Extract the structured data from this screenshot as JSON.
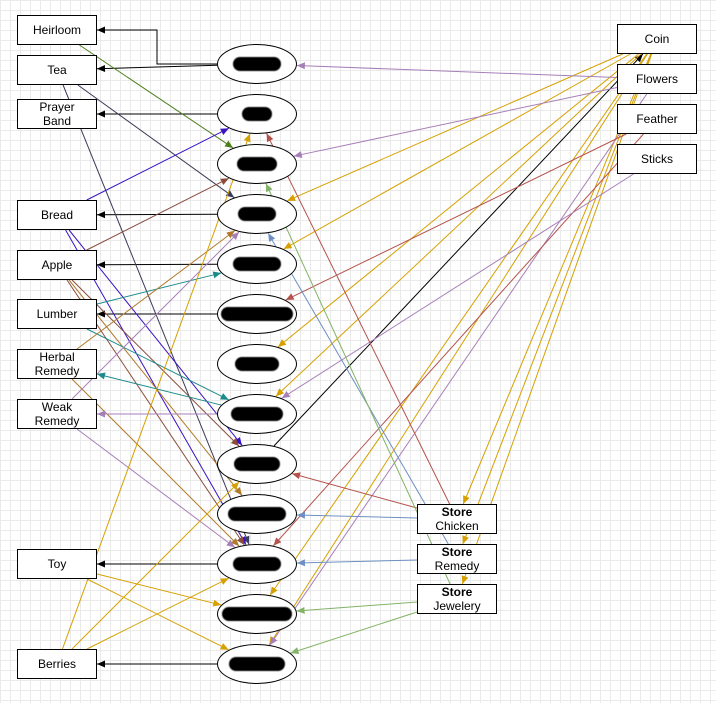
{
  "left_items": [
    {
      "id": "heirloom",
      "label": "Heirloom"
    },
    {
      "id": "tea",
      "label": "Tea"
    },
    {
      "id": "prayer_band",
      "label": "Prayer\nBand"
    },
    {
      "id": "bread",
      "label": "Bread"
    },
    {
      "id": "apple",
      "label": "Apple"
    },
    {
      "id": "lumber",
      "label": "Lumber"
    },
    {
      "id": "herbal_remedy",
      "label": "Herbal\nRemedy"
    },
    {
      "id": "weak_remedy",
      "label": "Weak\nRemedy"
    },
    {
      "id": "toy",
      "label": "Toy"
    },
    {
      "id": "berries",
      "label": "Berries"
    }
  ],
  "right_items": [
    {
      "id": "coin",
      "label": "Coin"
    },
    {
      "id": "flowers",
      "label": "Flowers"
    },
    {
      "id": "feather",
      "label": "Feather"
    },
    {
      "id": "sticks",
      "label": "Sticks"
    }
  ],
  "stores": [
    {
      "id": "store_chicken",
      "title": "Store",
      "subtitle": "Chicken"
    },
    {
      "id": "store_remedy",
      "title": "Store",
      "subtitle": "Remedy"
    },
    {
      "id": "store_jewelery",
      "title": "Store",
      "subtitle": "Jewelery"
    }
  ],
  "redacted_nodes": [
    "n1",
    "n2",
    "n3",
    "n4",
    "n5",
    "n6",
    "n7",
    "n8",
    "n9",
    "n10",
    "n11",
    "n12",
    "n13"
  ],
  "colors": {
    "black": "#000000",
    "green": "#4d7f1a",
    "purple": "#a77fb8",
    "gold": "#d6a000",
    "red": "#b5524c",
    "dark_red": "#8a4b3a",
    "teal": "#1a8a8a",
    "blue_violet": "#3a13c4",
    "steel_blue": "#6d8fc4",
    "light_green": "#82b366",
    "slate": "#3b3b5a",
    "brown": "#b07a2a"
  },
  "edges": [
    {
      "from": "n1",
      "to": "tea",
      "color": "black"
    },
    {
      "from": "n1",
      "to": "heirloom",
      "color": "black",
      "via": "bracket"
    },
    {
      "from": "n2",
      "to": "prayer_band",
      "color": "black"
    },
    {
      "from": "n4",
      "to": "bread",
      "color": "black"
    },
    {
      "from": "n5",
      "to": "apple",
      "color": "black"
    },
    {
      "from": "n6",
      "to": "lumber",
      "color": "black"
    },
    {
      "from": "n11",
      "to": "toy",
      "color": "black"
    },
    {
      "from": "n13",
      "to": "berries",
      "color": "black"
    },
    {
      "from": "n9",
      "to": "coin",
      "color": "black"
    },
    {
      "from": "heirloom",
      "to": "n3",
      "color": "green"
    },
    {
      "from": "tea",
      "to": "n4",
      "color": "slate"
    },
    {
      "from": "tea",
      "to": "n11",
      "color": "slate"
    },
    {
      "from": "bread",
      "to": "n2",
      "color": "blue_violet"
    },
    {
      "from": "bread",
      "to": "n9",
      "color": "blue_violet"
    },
    {
      "from": "bread",
      "to": "n11",
      "color": "blue_violet"
    },
    {
      "from": "apple",
      "to": "n3",
      "color": "dark_red"
    },
    {
      "from": "apple",
      "to": "n9",
      "color": "dark_red"
    },
    {
      "from": "apple",
      "to": "n10",
      "color": "brown"
    },
    {
      "from": "apple",
      "to": "n11",
      "color": "dark_red"
    },
    {
      "from": "lumber",
      "to": "n5",
      "color": "teal"
    },
    {
      "from": "lumber",
      "to": "n8",
      "color": "teal"
    },
    {
      "from": "herbal_remedy",
      "to": "n4",
      "color": "brown"
    },
    {
      "from": "herbal_remedy",
      "to": "n11",
      "color": "brown"
    },
    {
      "from": "n8",
      "to": "herbal_remedy",
      "color": "teal"
    },
    {
      "from": "weak_remedy",
      "to": "n4",
      "color": "purple"
    },
    {
      "from": "weak_remedy",
      "to": "n11",
      "color": "purple"
    },
    {
      "from": "n8",
      "to": "weak_remedy",
      "color": "purple"
    },
    {
      "from": "toy",
      "to": "n12",
      "color": "gold"
    },
    {
      "from": "toy",
      "to": "n13",
      "color": "gold"
    },
    {
      "from": "berries",
      "to": "n2",
      "color": "gold"
    },
    {
      "from": "berries",
      "to": "n9",
      "color": "gold"
    },
    {
      "from": "berries",
      "to": "n11",
      "color": "gold"
    },
    {
      "from": "coin",
      "to": "n4",
      "color": "gold"
    },
    {
      "from": "coin",
      "to": "n5",
      "color": "gold"
    },
    {
      "from": "coin",
      "to": "n7",
      "color": "gold"
    },
    {
      "from": "coin",
      "to": "n8",
      "color": "gold"
    },
    {
      "from": "coin",
      "to": "n12",
      "color": "gold"
    },
    {
      "from": "coin",
      "to": "n13",
      "color": "gold"
    },
    {
      "from": "coin",
      "to": "store_chicken",
      "color": "gold"
    },
    {
      "from": "coin",
      "to": "store_remedy",
      "color": "gold"
    },
    {
      "from": "coin",
      "to": "store_jewelery",
      "color": "gold"
    },
    {
      "from": "flowers",
      "to": "n1",
      "color": "purple"
    },
    {
      "from": "flowers",
      "to": "n3",
      "color": "purple"
    },
    {
      "from": "flowers",
      "to": "n13",
      "color": "purple"
    },
    {
      "from": "feather",
      "to": "n6",
      "color": "red"
    },
    {
      "from": "feather",
      "to": "n11",
      "color": "red"
    },
    {
      "from": "sticks",
      "to": "n8",
      "color": "purple"
    },
    {
      "from": "store_chicken",
      "to": "n2",
      "color": "red"
    },
    {
      "from": "store_chicken",
      "to": "n9",
      "color": "red"
    },
    {
      "from": "store_chicken",
      "to": "n10",
      "color": "steel_blue"
    },
    {
      "from": "store_remedy",
      "to": "n4",
      "color": "steel_blue"
    },
    {
      "from": "store_remedy",
      "to": "n11",
      "color": "steel_blue"
    },
    {
      "from": "store_jewelery",
      "to": "n3",
      "color": "light_green"
    },
    {
      "from": "store_jewelery",
      "to": "n12",
      "color": "light_green"
    },
    {
      "from": "store_jewelery",
      "to": "n13",
      "color": "light_green"
    }
  ]
}
